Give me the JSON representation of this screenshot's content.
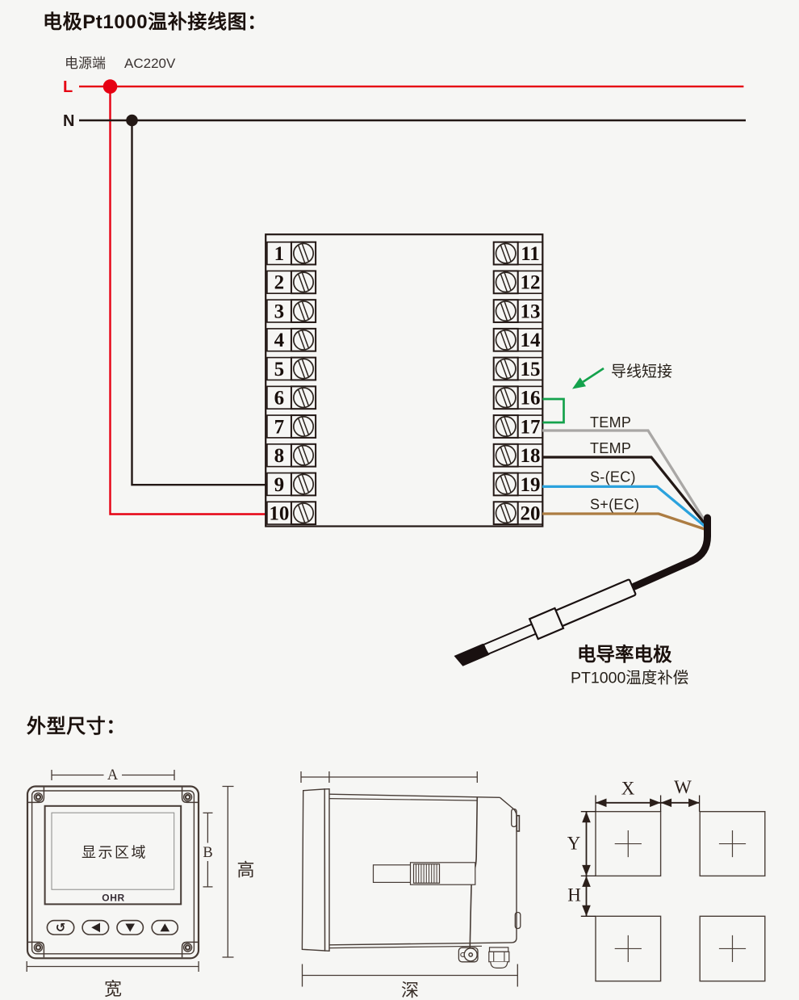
{
  "colors": {
    "background": "#f6f6f4",
    "live_red": "#e60012",
    "neutral_black": "#231815",
    "jumper_green": "#14a24c",
    "wire_gray": "#a9a7a5",
    "wire_black": "#231815",
    "wire_blue": "#2ba2dd",
    "wire_brown": "#ac7c42",
    "drawing_line": "#463b35"
  },
  "wiring": {
    "title": "电极Pt1000温补接线图：",
    "power_terminal_label": "电源端",
    "voltage": "AC220V",
    "live_label": "L",
    "neutral_label": "N",
    "jumper_note": "导线短接",
    "terminals_left": [
      "1",
      "2",
      "3",
      "4",
      "5",
      "6",
      "7",
      "8",
      "9",
      "10"
    ],
    "terminals_right": [
      "11",
      "12",
      "13",
      "14",
      "15",
      "16",
      "17",
      "18",
      "19",
      "20"
    ],
    "wire_labels": {
      "temp1": "TEMP",
      "temp2": "TEMP",
      "s_minus": "S-(EC)",
      "s_plus": "S+(EC)"
    },
    "probe_name": "电导率电极",
    "probe_subtitle": "PT1000温度补偿"
  },
  "outline": {
    "section_title": "外型尺寸：",
    "front_view": {
      "display_area": "显示区域",
      "brand": "OHR",
      "dim_a": "A",
      "dim_b": "B",
      "dim_height": "高",
      "dim_width": "宽",
      "button_icons": [
        "return-icon",
        "left-icon",
        "down-icon",
        "up-icon"
      ],
      "return_glyph": "↺"
    },
    "side_view": {
      "dim_depth": "深"
    },
    "mounting_holes": {
      "dim_x": "X",
      "dim_w": "W",
      "dim_y": "Y",
      "dim_h": "H"
    }
  }
}
